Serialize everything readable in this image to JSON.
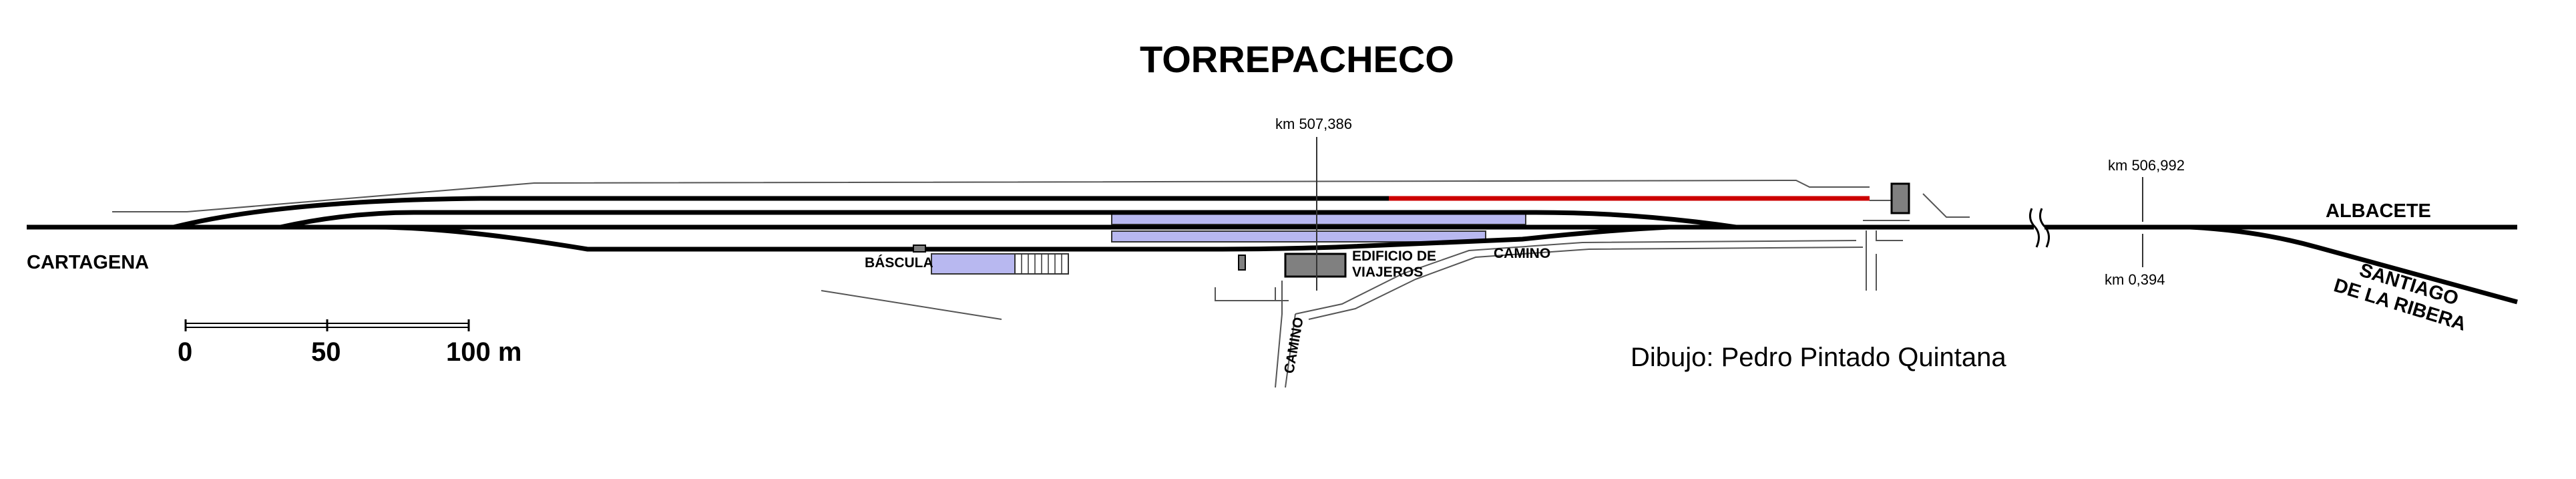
{
  "title": "TORREPACHECO",
  "places": {
    "left_end": "CARTAGENA",
    "right_main": "ALBACETE",
    "right_branch_line1": "SANTIAGO",
    "right_branch_line2": "DE LA RIBERA"
  },
  "kilometre_points": {
    "station": "km 507,386",
    "junction_main": "km 506,992",
    "junction_branch": "km 0,394"
  },
  "facilities": {
    "weighbridge": "BÁSCULA",
    "station_building_line1": "EDIFICIO DE",
    "station_building_line2": "VIAJEROS",
    "road_right": "CAMINO",
    "road_down": "CAMINO"
  },
  "scale_bar": {
    "tick_0": "0",
    "tick_50": "50",
    "tick_100": "100 m"
  },
  "credit": "Dibujo: Pedro Pintado Quintana",
  "colors": {
    "track": "#000000",
    "highlighted_siding": "#cc0000",
    "platform": "#b8b8f0",
    "building": "#808080"
  }
}
